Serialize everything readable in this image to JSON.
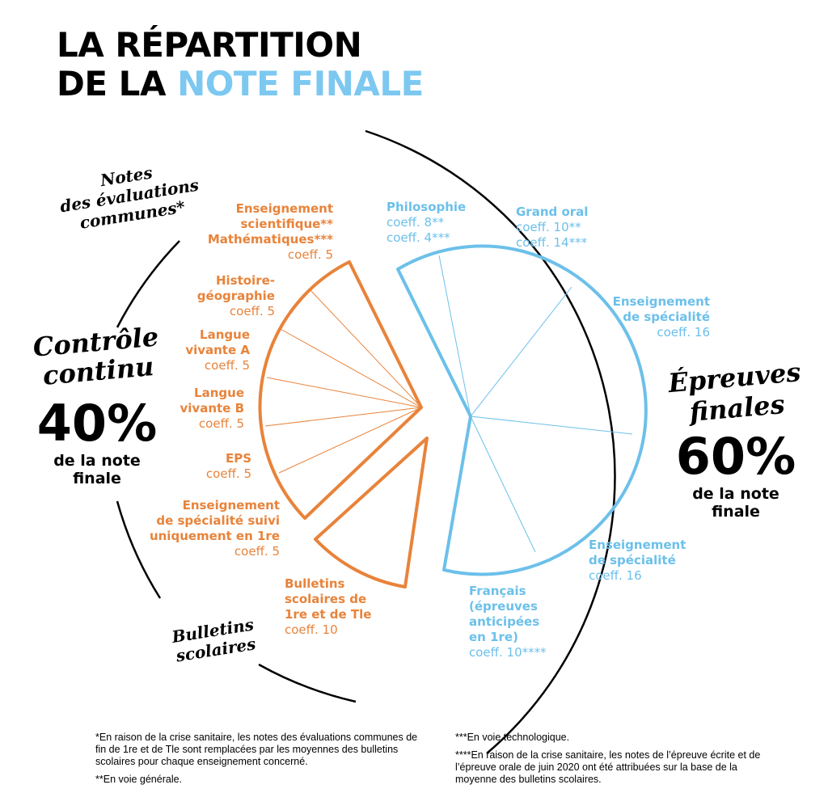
{
  "title": {
    "line1": "LA RÉPARTITION",
    "line2_prefix": "DE LA ",
    "line2_highlight": "NOTE FINALE"
  },
  "colors": {
    "controle": "#e8833a",
    "epreuves": "#6cc0ea",
    "highlight": "#7cc8f0",
    "text": "#000000"
  },
  "controle_continu": {
    "title": "Contrôle\ncontinu",
    "percent": "40%",
    "subtitle": "de la note\nfinale"
  },
  "epreuves_finales": {
    "title": "Épreuves\nfinales",
    "percent": "60%",
    "subtitle": "de la note\nfinale"
  },
  "group_labels": {
    "evaluations": "Notes\ndes évaluations\ncommunes*",
    "bulletins": "Bulletins\nscolaires"
  },
  "controle_items": [
    {
      "name": "Enseignement\nscientifique**\nMathématiques***",
      "coeff": "coeff. 5"
    },
    {
      "name": "Histoire-\ngéographie",
      "coeff": "coeff. 5"
    },
    {
      "name": "Langue\nvivante A",
      "coeff": "coeff. 5"
    },
    {
      "name": "Langue\nvivante B",
      "coeff": "coeff. 5"
    },
    {
      "name": "EPS",
      "coeff": "coeff. 5"
    },
    {
      "name": "Enseignement\nde spécialité suivi\nuniquement en 1re",
      "coeff": "coeff. 5"
    },
    {
      "name": "Bulletins\nscolaires de\n1re et de Tle",
      "coeff": "coeff. 10"
    }
  ],
  "epreuves_items": [
    {
      "name": "Philosophie",
      "coeff": "coeff. 8**\ncoeff. 4***"
    },
    {
      "name": "Grand oral",
      "coeff": "coeff. 10**\ncoeff. 14***"
    },
    {
      "name": "Enseignement\nde spécialité",
      "coeff": "coeff. 16"
    },
    {
      "name": "Enseignement\nde spécialité",
      "coeff": "coeff. 16"
    },
    {
      "name": "Français\n(épreuves\nanticipées\nen 1re)",
      "coeff": "coeff. 10****"
    }
  ],
  "footnotes": {
    "n1": "*En raison de la crise sanitaire, les notes des évaluations communes de fin de 1re et de Tle sont remplacées par les moyennes des bulletins scolaires pour chaque enseignement concerné.",
    "n2": "**En voie générale.",
    "n3": "***En voie technologique.",
    "n4": "****En raison de la crise sanitaire, les notes de l’épreuve écrite et de l’épreuve orale de juin 2020 ont été attribuées sur la base de la moyenne des bulletins scolaires."
  }
}
